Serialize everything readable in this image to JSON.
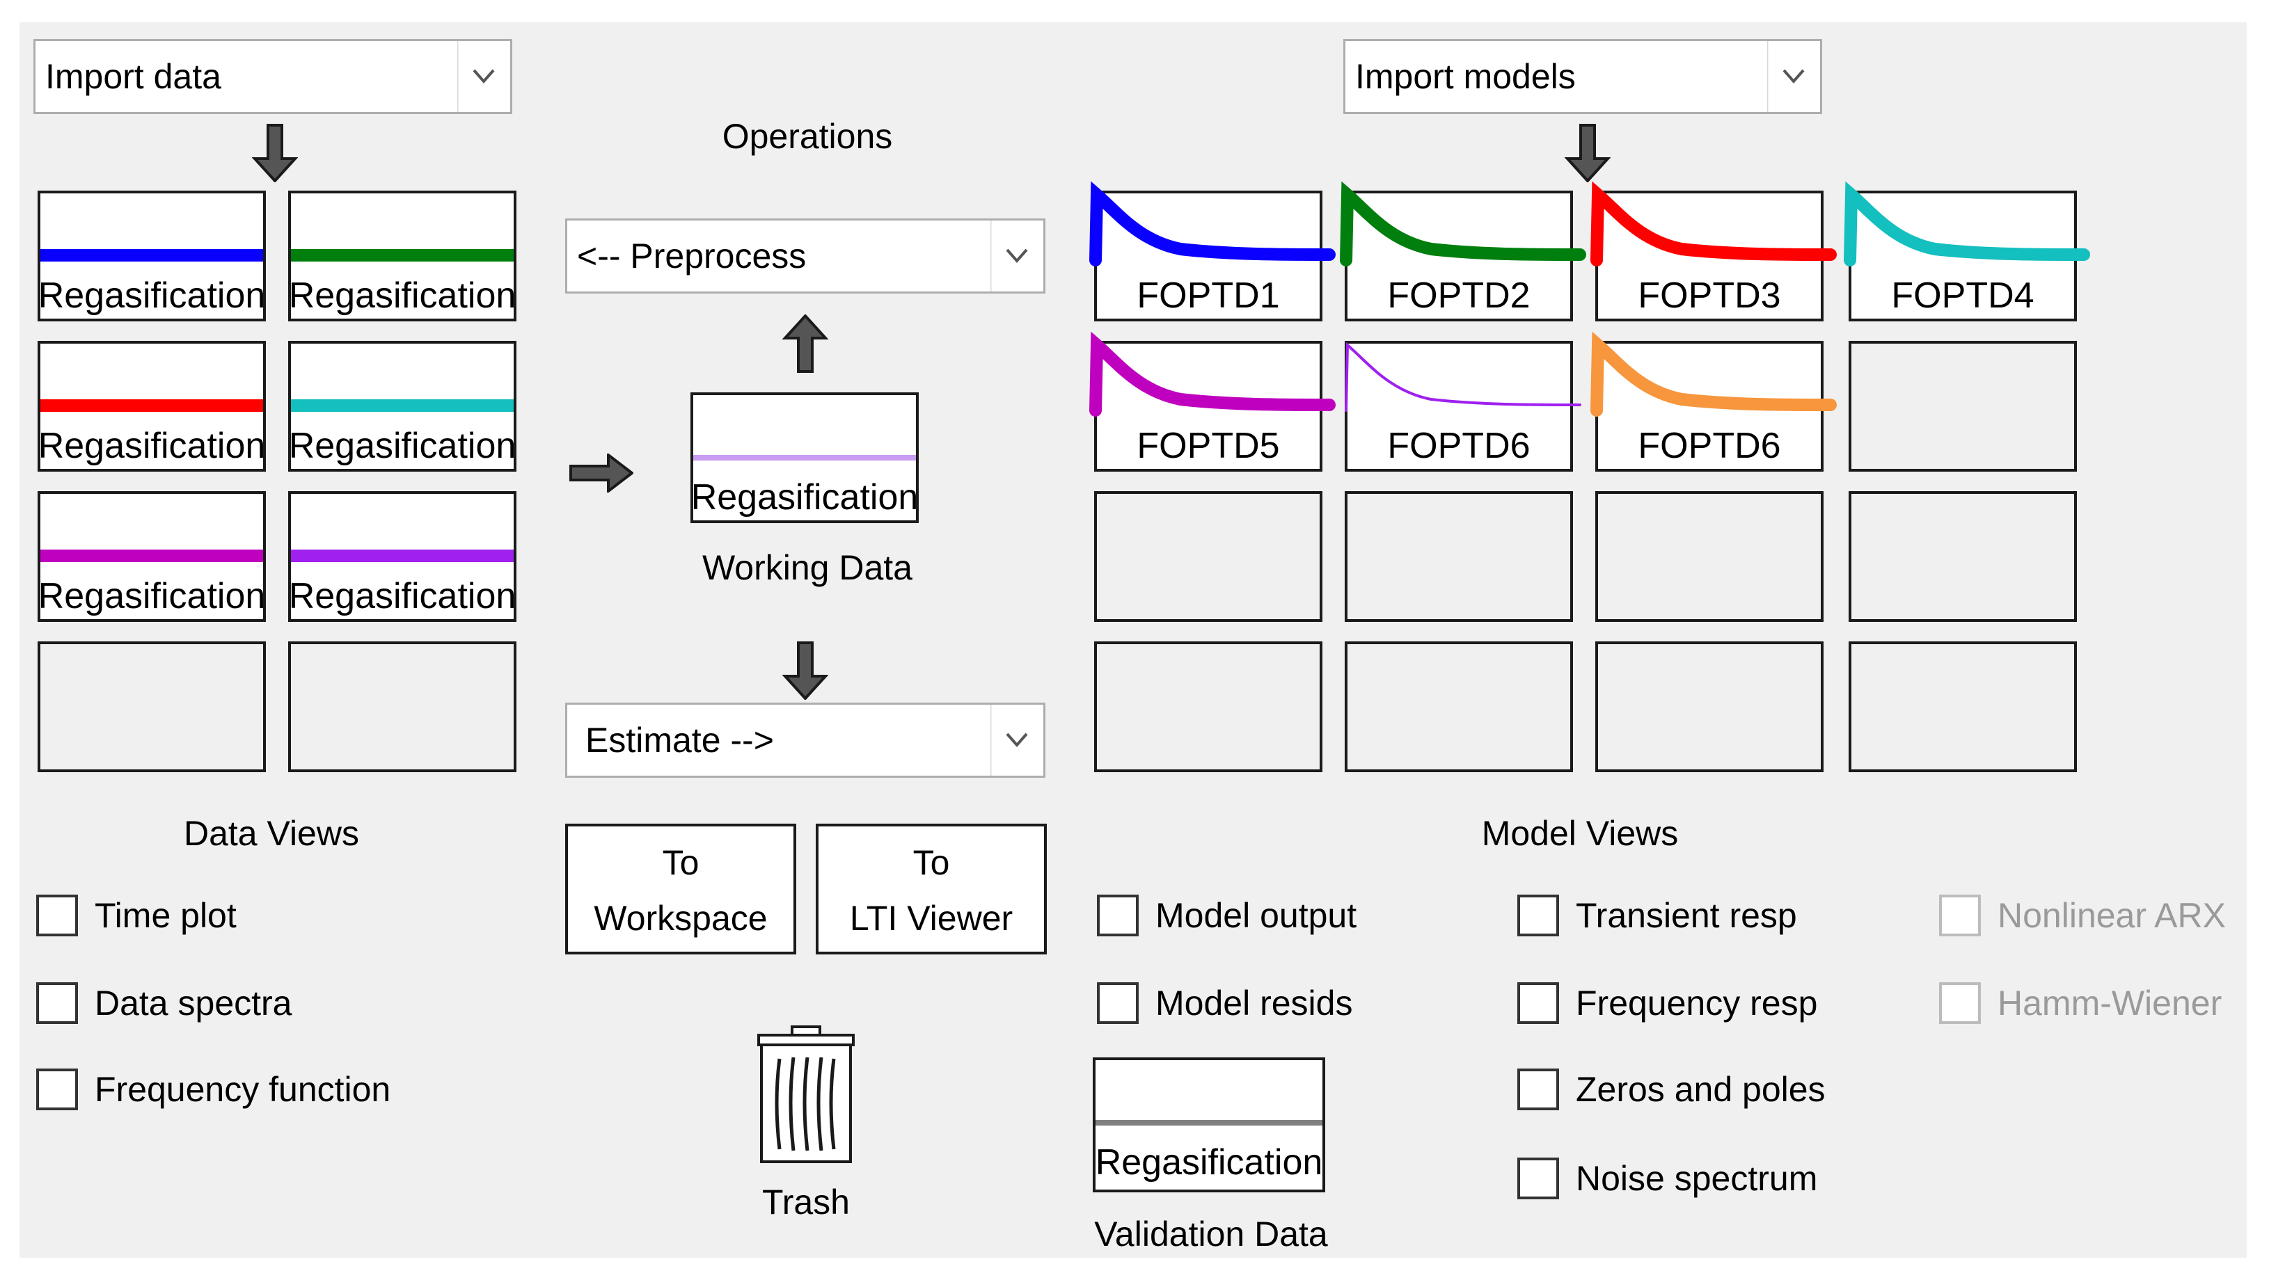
{
  "import_data": {
    "label": "Import data"
  },
  "import_models": {
    "label": "Import models"
  },
  "operations": {
    "title": "Operations",
    "preprocess_label": "<-- Preprocess",
    "estimate_label": "Estimate -->"
  },
  "data_tiles": [
    {
      "label": "Regasification",
      "color": "#0a00ff"
    },
    {
      "label": "Regasification",
      "color": "#007f0e"
    },
    {
      "label": "Regasification",
      "color": "#ff0000"
    },
    {
      "label": "Regasification",
      "color": "#14bfbf"
    },
    {
      "label": "Regasification",
      "color": "#bf00bf"
    },
    {
      "label": "Regasification",
      "color": "#a020f0"
    }
  ],
  "working_data": {
    "label": "Regasification",
    "color": "#c79cf2",
    "caption": "Working Data"
  },
  "validation_data": {
    "label": "Regasification",
    "color": "#808080",
    "caption": "Validation Data"
  },
  "model_tiles": [
    {
      "label": "FOPTD1",
      "color": "#0a00ff",
      "weight": "thick"
    },
    {
      "label": "FOPTD2",
      "color": "#007f0e",
      "weight": "thick"
    },
    {
      "label": "FOPTD3",
      "color": "#ff0000",
      "weight": "thick"
    },
    {
      "label": "FOPTD4",
      "color": "#14bfbf",
      "weight": "thick"
    },
    {
      "label": "FOPTD5",
      "color": "#bf00bf",
      "weight": "thick"
    },
    {
      "label": "FOPTD6",
      "color": "#a020f0",
      "weight": "thin"
    },
    {
      "label": "FOPTD6",
      "color": "#f7963c",
      "weight": "thick"
    }
  ],
  "data_views": {
    "title": "Data Views",
    "options": [
      "Time plot",
      "Data spectra",
      "Frequency function"
    ]
  },
  "buttons": {
    "to_workspace": [
      "To",
      "Workspace"
    ],
    "to_lti_viewer": [
      "To",
      "LTI Viewer"
    ]
  },
  "trash": {
    "label": "Trash"
  },
  "model_views": {
    "title": "Model Views",
    "col1": [
      "Model output",
      "Model resids"
    ],
    "col2": [
      "Transient resp",
      "Frequency resp",
      "Zeros and poles",
      "Noise spectrum"
    ],
    "col3": [
      "Nonlinear ARX",
      "Hamm-Wiener"
    ]
  }
}
